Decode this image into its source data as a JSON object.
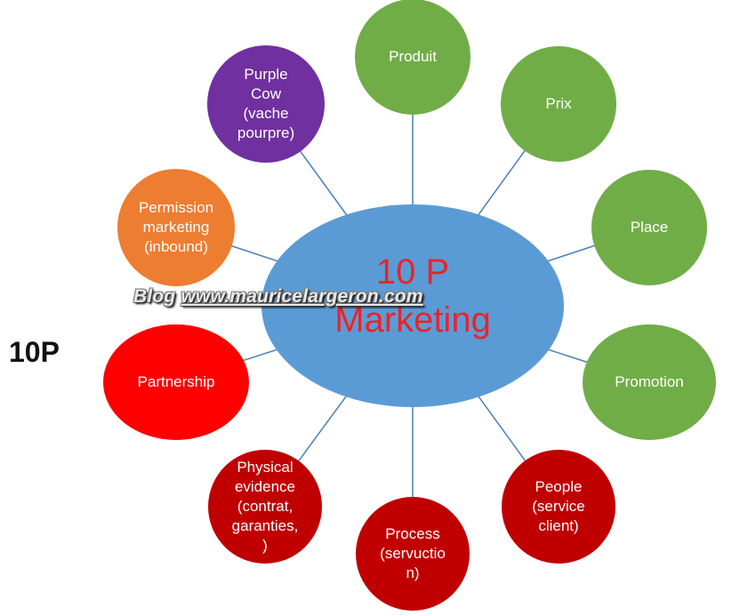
{
  "side_label": "10P",
  "watermark": {
    "prefix": "Blog ",
    "url": "www.mauricelargeron.com"
  },
  "center": {
    "line1": "10 P",
    "line2": "Marketing",
    "fill": "#5b9bd5",
    "text_color": "#e8242b"
  },
  "colors": {
    "green": "#70ad47",
    "purple": "#7030a0",
    "orange": "#ed7d31",
    "red": "#ff0000",
    "dark_red": "#c00000",
    "connector": "#4a7ebb"
  },
  "nodes": [
    {
      "id": "produit",
      "label": "Produit",
      "color": "green"
    },
    {
      "id": "prix",
      "label": "Prix",
      "color": "green"
    },
    {
      "id": "place",
      "label": "Place",
      "color": "green"
    },
    {
      "id": "promotion",
      "label": "Promotion",
      "color": "green"
    },
    {
      "id": "people",
      "label": "People\n(service\nclient)",
      "color": "dark_red"
    },
    {
      "id": "process",
      "label": "Process\n(servuctio\nn)",
      "color": "dark_red"
    },
    {
      "id": "physical-evidence",
      "label": "Physical\nevidence\n(contrat,\ngaranties,\n)",
      "color": "dark_red"
    },
    {
      "id": "partnership",
      "label": "Partnership",
      "color": "red"
    },
    {
      "id": "permission-marketing",
      "label": "Permission\nmarketing\n(inbound)",
      "color": "orange"
    },
    {
      "id": "purple-cow",
      "label": "Purple\nCow\n(vache\npourpre)",
      "color": "purple"
    }
  ]
}
